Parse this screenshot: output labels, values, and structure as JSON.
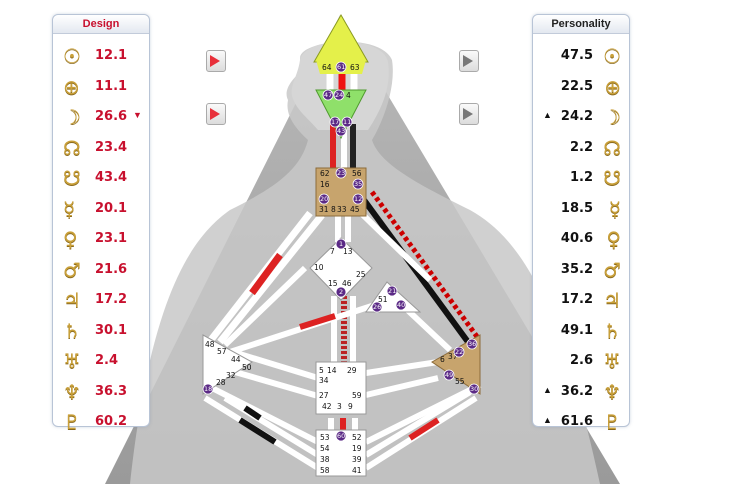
{
  "design": {
    "title": "Design",
    "rows": [
      {
        "planet": "sun-icon",
        "glyph": "☉",
        "value": "12.1"
      },
      {
        "planet": "earth-icon",
        "glyph": "⊕",
        "value": "11.1"
      },
      {
        "planet": "moon-icon",
        "glyph": "☽",
        "value": "26.6",
        "mark": "▼"
      },
      {
        "planet": "north-node-icon",
        "glyph": "☊",
        "value": "23.4"
      },
      {
        "planet": "south-node-icon",
        "glyph": "☋",
        "value": "43.4"
      },
      {
        "planet": "mercury-icon",
        "glyph": "☿",
        "value": "20.1"
      },
      {
        "planet": "venus-icon",
        "glyph": "♀",
        "value": "23.1"
      },
      {
        "planet": "mars-icon",
        "glyph": "♂",
        "value": "21.6"
      },
      {
        "planet": "jupiter-icon",
        "glyph": "♃",
        "value": "17.2"
      },
      {
        "planet": "saturn-icon",
        "glyph": "♄",
        "value": "30.1"
      },
      {
        "planet": "uranus-icon",
        "glyph": "♅",
        "value": "2.4"
      },
      {
        "planet": "neptune-icon",
        "glyph": "♆",
        "value": "36.3"
      },
      {
        "planet": "pluto-icon",
        "glyph": "♇",
        "value": "60.2"
      }
    ]
  },
  "personality": {
    "title": "Personality",
    "rows": [
      {
        "planet": "sun-icon",
        "glyph": "☉",
        "value": "47.5"
      },
      {
        "planet": "earth-icon",
        "glyph": "⊕",
        "value": "22.5"
      },
      {
        "planet": "moon-icon",
        "glyph": "☽",
        "value": "24.2",
        "mark": "▲"
      },
      {
        "planet": "north-node-icon",
        "glyph": "☊",
        "value": "2.2"
      },
      {
        "planet": "south-node-icon",
        "glyph": "☋",
        "value": "1.2"
      },
      {
        "planet": "mercury-icon",
        "glyph": "☿",
        "value": "18.5"
      },
      {
        "planet": "venus-icon",
        "glyph": "♀",
        "value": "40.6"
      },
      {
        "planet": "mars-icon",
        "glyph": "♂",
        "value": "35.2"
      },
      {
        "planet": "jupiter-icon",
        "glyph": "♃",
        "value": "17.2"
      },
      {
        "planet": "saturn-icon",
        "glyph": "♄",
        "value": "49.1"
      },
      {
        "planet": "uranus-icon",
        "glyph": "♅",
        "value": "2.6"
      },
      {
        "planet": "neptune-icon",
        "glyph": "♆",
        "value": "36.2",
        "mark": "▲"
      },
      {
        "planet": "pluto-icon",
        "glyph": "♇",
        "value": "61.6",
        "mark": "▲"
      }
    ]
  },
  "colors": {
    "design_red": "#c8102e",
    "head_center": "#e4f04a",
    "ajna_center": "#8fe06a",
    "defined_center": "#c7a46d",
    "open_center": "#ffffff",
    "active_gate": "#5b2a86"
  },
  "centers": {
    "head": {
      "gates": [
        "64",
        "61",
        "63"
      ],
      "active": [
        "61"
      ]
    },
    "ajna": {
      "gates": [
        "47",
        "24",
        "4",
        "17",
        "11",
        "43"
      ],
      "active": [
        "47",
        "24",
        "17",
        "11",
        "43"
      ]
    },
    "throat": {
      "gates": [
        "62",
        "23",
        "56",
        "16",
        "35",
        "20",
        "12",
        "31",
        "8",
        "33",
        "45"
      ],
      "active": [
        "23",
        "35",
        "20",
        "12"
      ]
    },
    "g": {
      "gates": [
        "1",
        "7",
        "13",
        "10",
        "25",
        "15",
        "46",
        "2"
      ],
      "active": [
        "1",
        "2"
      ]
    },
    "heart": {
      "gates": [
        "21",
        "51",
        "26",
        "40"
      ],
      "active": [
        "21",
        "26",
        "40"
      ]
    },
    "spleen": {
      "gates": [
        "48",
        "57",
        "44",
        "50",
        "32",
        "28",
        "18"
      ],
      "active": [
        "18"
      ]
    },
    "sacral": {
      "gates": [
        "5",
        "14",
        "29",
        "34",
        "27",
        "42",
        "3",
        "59",
        "9"
      ],
      "active": []
    },
    "solar": {
      "gates": [
        "36",
        "6",
        "37",
        "22",
        "49",
        "55",
        "30"
      ],
      "active": [
        "36",
        "22",
        "49",
        "30"
      ]
    },
    "root": {
      "gates": [
        "53",
        "60",
        "52",
        "54",
        "19",
        "38",
        "39",
        "58",
        "41"
      ],
      "active": [
        "60"
      ]
    }
  },
  "controls": {
    "left_arrows": [
      "arrow-right-red",
      "arrow-right-red"
    ],
    "right_arrows": [
      "arrow-right-gray",
      "arrow-right-gray"
    ]
  }
}
